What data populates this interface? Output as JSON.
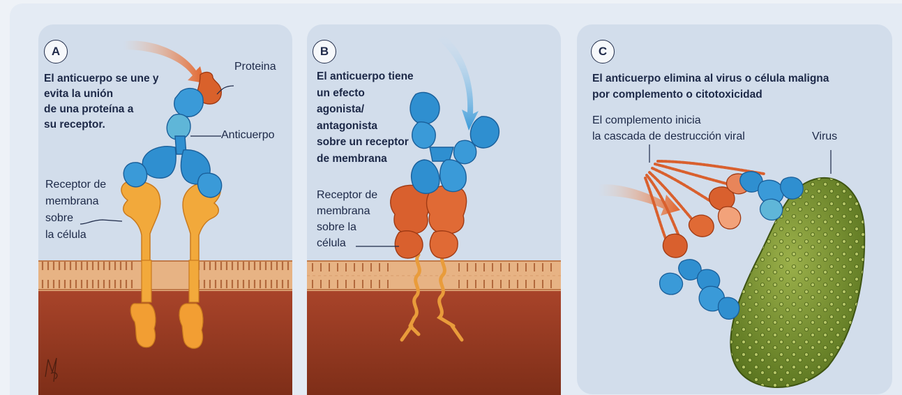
{
  "panels": {
    "a": {
      "letter": "A",
      "heading_lines": [
        "El anticuerpo se une y",
        "evita la unión",
        "de una proteína a",
        "su receptor."
      ],
      "label_protein": "Proteina",
      "label_antibody": "Anticuerpo",
      "label_receptor_lines": [
        "Receptor de",
        "membrana",
        "sobre",
        "la célula"
      ]
    },
    "b": {
      "letter": "B",
      "heading_lines": [
        "El anticuerpo tiene",
        "un efecto",
        "agonista/",
        "antagonista",
        "sobre un receptor",
        "de membrana"
      ],
      "label_receptor_lines": [
        "Receptor de",
        "membrana",
        "sobre la",
        "célula"
      ]
    },
    "c": {
      "letter": "C",
      "heading_lines": [
        "El anticuerpo elimina al virus o célula maligna",
        "por complemento o citotoxicidad"
      ],
      "label_complement_lines": [
        "El complemento inicia",
        "la cascada de destrucción viral"
      ],
      "label_virus": "Virus"
    }
  },
  "colors": {
    "antibody": "#2f8fd0",
    "protein": "#d9612b",
    "receptor_yellow": "#f2a93b",
    "receptor_orange": "#d9602e",
    "virus": "#6f8a2a",
    "membrane": "#c98b5c",
    "tissue": "#8f3a1f"
  }
}
